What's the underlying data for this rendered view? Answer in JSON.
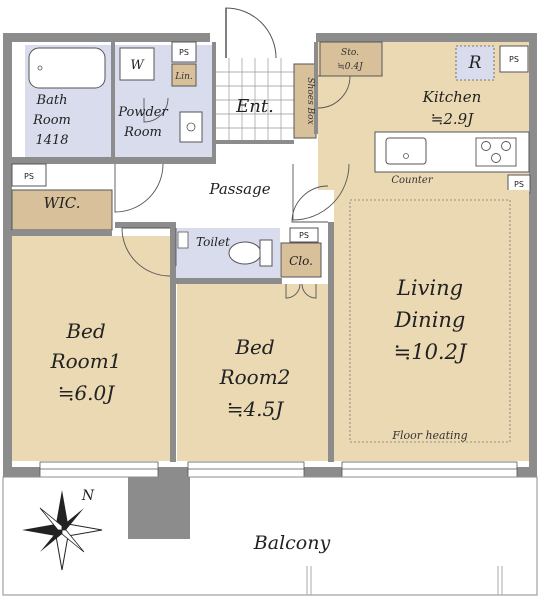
{
  "rooms": {
    "bath": {
      "name_line1": "Bath",
      "name_line2": "Room",
      "code": "1418"
    },
    "powder": {
      "name_line1": "Powder",
      "name_line2": "Room"
    },
    "washer": "W",
    "linen": "Lin.",
    "entrance": "Ent.",
    "shoes_box": "Shoes Box",
    "storage": {
      "name": "Sto.",
      "size": "≒0.4J"
    },
    "fridge": "R",
    "kitchen": {
      "name": "Kitchen",
      "size": "≒2.9J"
    },
    "counter": "Counter",
    "wic": "WIC.",
    "passage": "Passage",
    "toilet": "Toilet",
    "closet": "Clo.",
    "bedroom1": {
      "name_line1": "Bed",
      "name_line2": "Room1",
      "size": "≒6.0J"
    },
    "bedroom2": {
      "name_line1": "Bed",
      "name_line2": "Room2",
      "size": "≒4.5J"
    },
    "living": {
      "name_line1": "Living",
      "name_line2": "Dining",
      "size": "≒10.2J"
    },
    "floor_heating": "Floor heating",
    "balcony": "Balcony"
  },
  "pipe_space": "PS",
  "compass": {
    "north": "N"
  },
  "colors": {
    "wall": "#8c8c8c",
    "wood_floor": "#ead9b3",
    "tile_floor": "#d9dcec",
    "storage_floor": "#d8c19a",
    "door": "#555555"
  }
}
